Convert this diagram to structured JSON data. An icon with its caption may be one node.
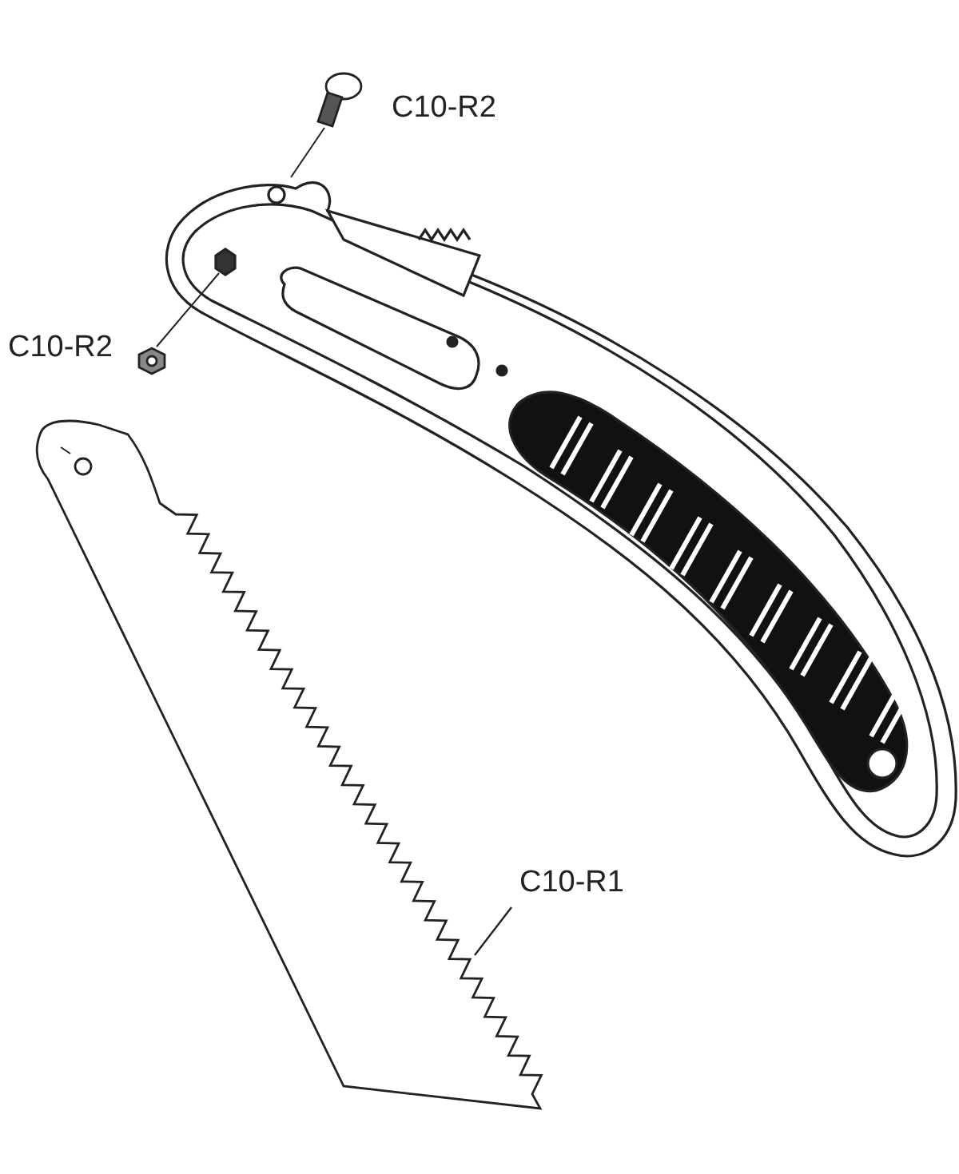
{
  "diagram": {
    "nodes": [
      {
        "text": [
          "C10-R1"
        ]
      },
      {
        "text": [],
        "shape": "picture"
      }
    ],
    "edges": [
      {
        "from": 0,
        "to": 1,
        "arrow": "none"
      }
    ],
    "labels": [
      "C10-R2",
      "C10-R2"
    ]
  }
}
